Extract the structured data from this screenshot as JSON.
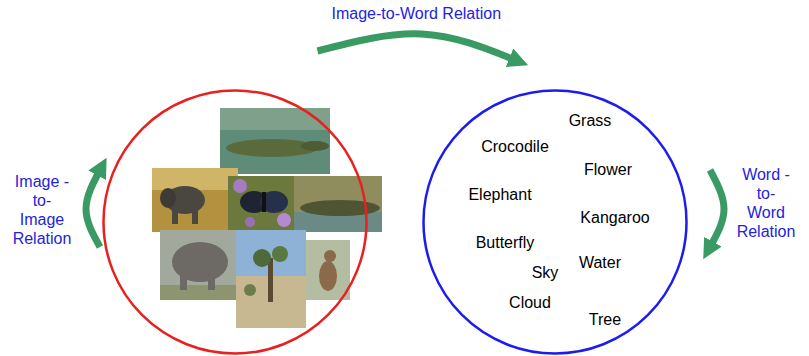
{
  "diagram": {
    "nodes": [
      {
        "text": []
      },
      {
        "text": [
          "Grass",
          "Crocodile",
          "Flower",
          "Elephant",
          "Kangaroo",
          "Butterfly",
          "Water",
          "Sky",
          "Cloud",
          "Tree"
        ]
      }
    ],
    "edges": [
      {
        "from": 0,
        "to": 1,
        "arrow": "to",
        "label": "Image-to-Word Relation"
      },
      {
        "from": 0,
        "to": 0,
        "arrow": "to",
        "label": "Image -to- Image Relation"
      },
      {
        "from": 1,
        "to": 1,
        "arrow": "to",
        "label": "Word -to- Word Relation"
      }
    ]
  }
}
